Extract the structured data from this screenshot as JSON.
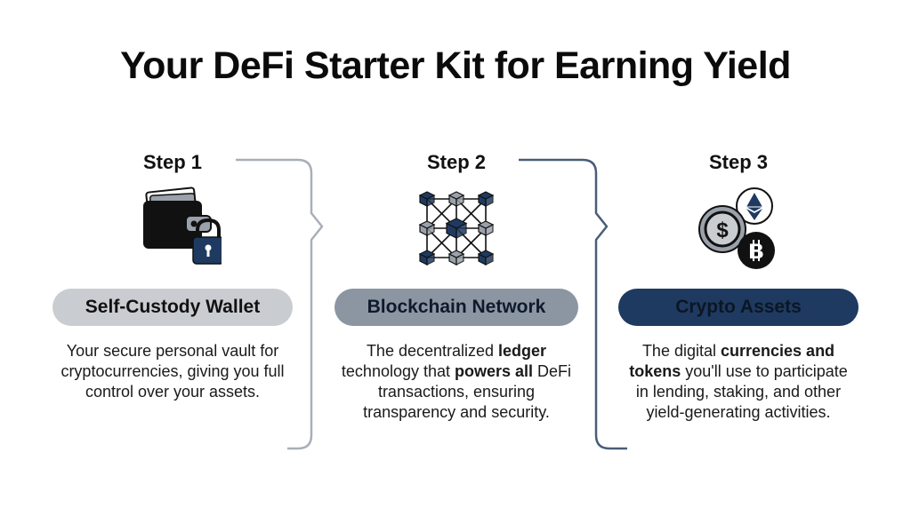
{
  "title": "Your DeFi Starter Kit for Earning Yield",
  "colors": {
    "pill1_bg": "#c9cdd2",
    "pill2_bg": "#8c95a2",
    "pill3_bg": "#1f3a60",
    "navy": "#1f3a60",
    "connector1": "#a9afb7",
    "connector2": "#4a5d78"
  },
  "steps": [
    {
      "step": "Step 1",
      "name": "Self-Custody Wallet",
      "icon": "wallet-lock-icon",
      "desc": [
        {
          "t": "Your secure personal vault for cryptocurrencies, giving you full control over your assets.",
          "b": false
        }
      ]
    },
    {
      "step": "Step 2",
      "name": "Blockchain Network",
      "icon": "blockchain-network-icon",
      "desc": [
        {
          "t": "The decentralized ",
          "b": false
        },
        {
          "t": "ledger",
          "b": true
        },
        {
          "t": " technology that ",
          "b": false
        },
        {
          "t": "powers all",
          "b": true
        },
        {
          "t": " DeFi transactions, ensuring transparency and security.",
          "b": false
        }
      ]
    },
    {
      "step": "Step 3",
      "name": "Crypto Assets",
      "icon": "crypto-coins-icon",
      "desc": [
        {
          "t": "The digital ",
          "b": false
        },
        {
          "t": "currencies and tokens",
          "b": true
        },
        {
          "t": " you'll use to participate in lending, staking, and other yield-generating activities.",
          "b": false
        }
      ]
    }
  ],
  "coins": {
    "dollar": "$",
    "bitcoin": "B"
  }
}
